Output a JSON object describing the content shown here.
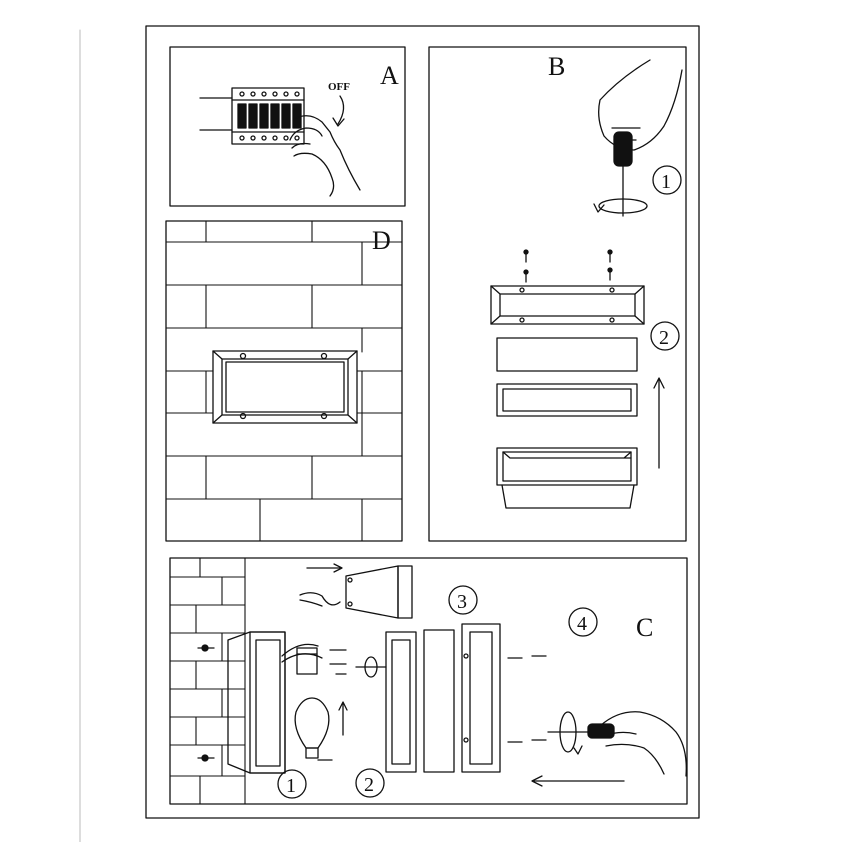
{
  "panels": {
    "a": {
      "letter": "A",
      "off_label": "OFF"
    },
    "b": {
      "letter": "B",
      "step1": "1",
      "step2": "2"
    },
    "c": {
      "letter": "C",
      "step1": "1",
      "step2": "2",
      "step3": "3",
      "step4": "4"
    },
    "d": {
      "letter": "D"
    }
  },
  "colors": {
    "line": "#111111",
    "background": "#ffffff"
  }
}
